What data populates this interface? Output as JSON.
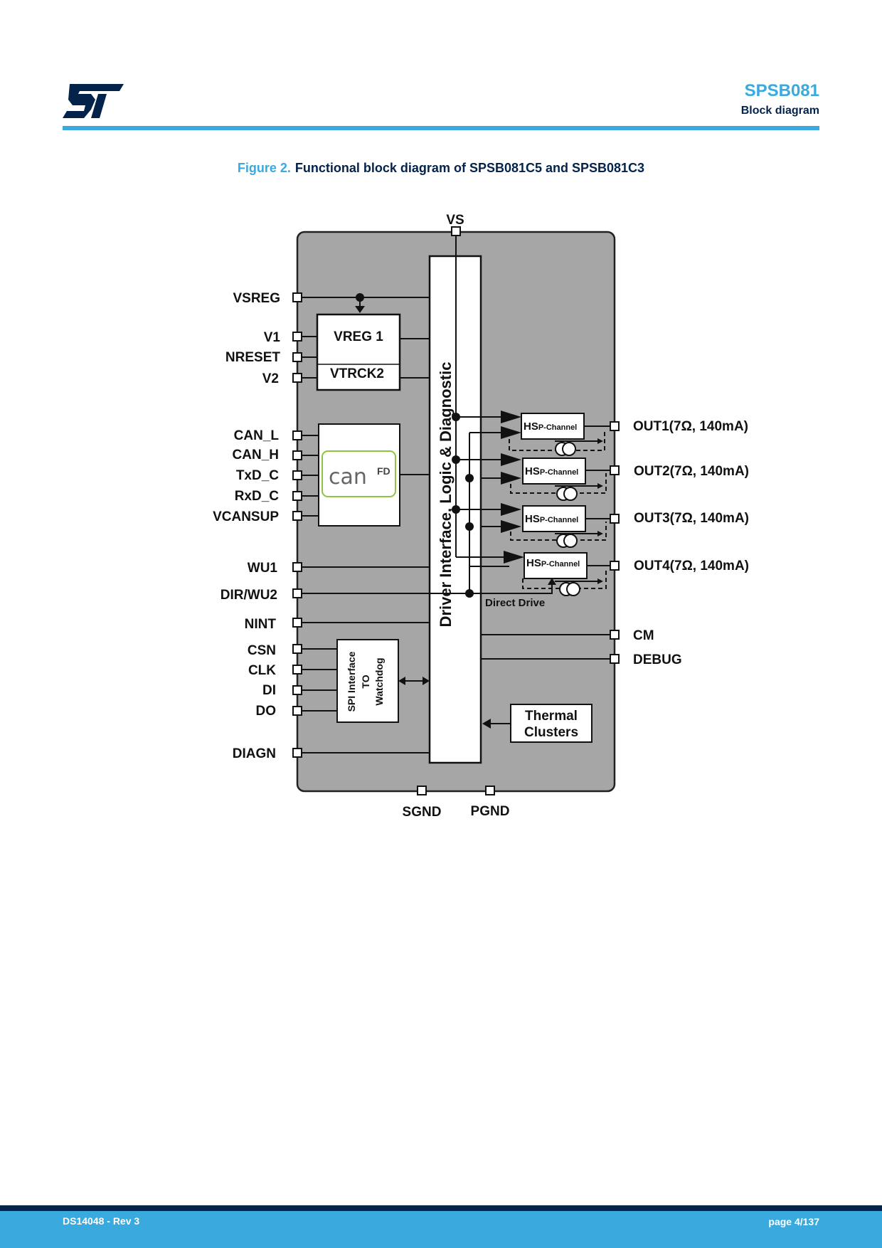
{
  "header": {
    "logo_text": "ST",
    "doc_title": "SPSB081",
    "section_title": "Block diagram"
  },
  "figure": {
    "number": "Figure 2.",
    "title": "Functional block diagram of SPSB081C5 and SPSB081C3"
  },
  "diagram": {
    "supply_pin": "VS",
    "left_pins": [
      "VSREG",
      "V1",
      "NRESET",
      "V2",
      "CAN_L",
      "CAN_H",
      "TxD_C",
      "RxD_C",
      "VCANSUP",
      "WU1",
      "DIR/WU2",
      "NINT",
      "CSN",
      "CLK",
      "DI",
      "DO",
      "DIAGN"
    ],
    "right_pins": [
      "OUT1(7Ω, 140mA)",
      "OUT2(7Ω, 140mA)",
      "OUT3(7Ω, 140mA)",
      "OUT4(7Ω, 140mA)",
      "CM",
      "DEBUG"
    ],
    "bottom_pins": [
      "SGND",
      "PGND"
    ],
    "blocks": {
      "vreg": "VREG 1",
      "vtrck": "VTRCK2",
      "can_logo": "can",
      "can_fd": "FD",
      "core": "Driver Interface, Logic & Diagnostic",
      "spi": [
        "SPI Interface",
        "TO",
        "Watchdog"
      ],
      "thermal": [
        "Thermal",
        "Clusters"
      ],
      "hs_prefix": "HS",
      "hs_suffix": "P-Channel",
      "direct_drive": "Direct Drive"
    }
  },
  "footer": {
    "doc_id": "DS14048 - Rev 3",
    "page": "page 4/137"
  },
  "colors": {
    "accent": "#3aa9dd",
    "navy": "#03234b",
    "chip_body": "#a6a6a6",
    "can_green": "#8cc63f"
  }
}
